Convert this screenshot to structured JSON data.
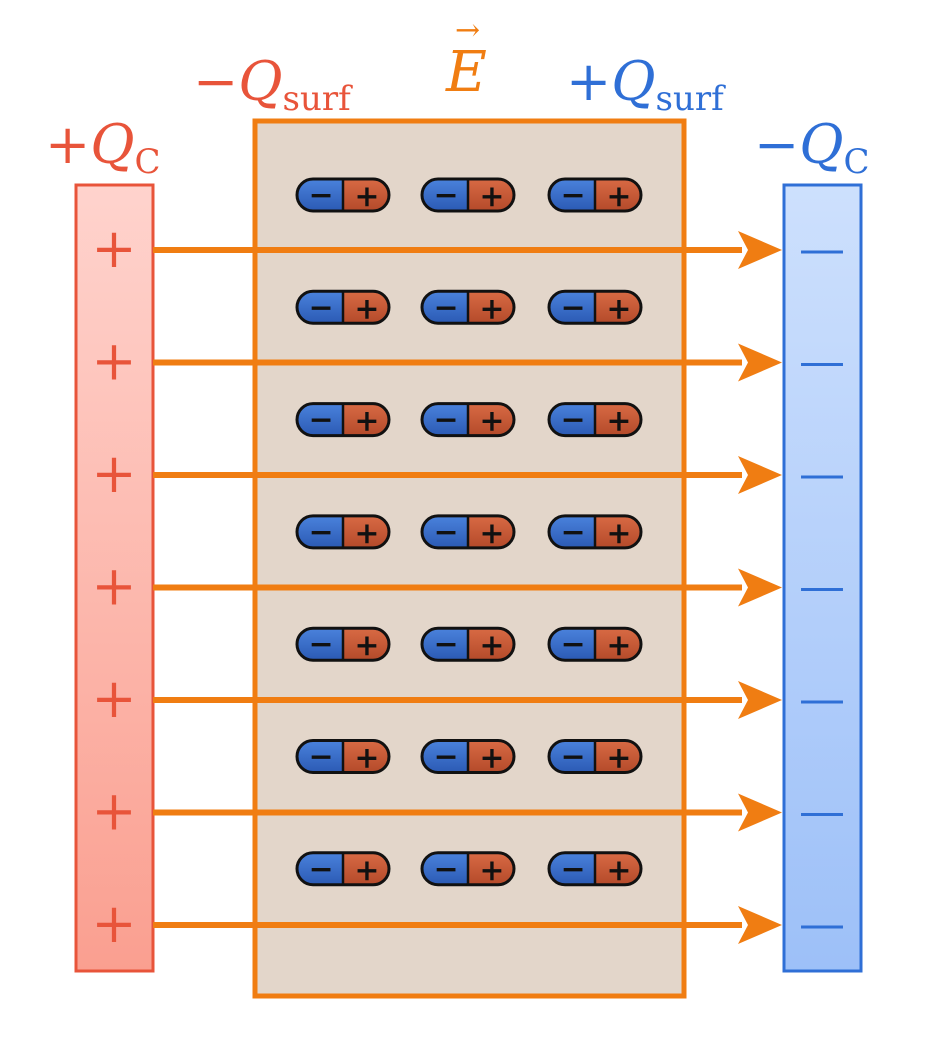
{
  "labels": {
    "left_plate": {
      "sign": "+",
      "symbol": "Q",
      "subscript": "C"
    },
    "left_surface": {
      "sign": "−",
      "symbol": "Q",
      "subscript": "surf"
    },
    "field": {
      "symbol": "E",
      "vector_mark": "→"
    },
    "right_surface": {
      "sign": "+",
      "symbol": "Q",
      "subscript": "surf"
    },
    "right_plate": {
      "sign": "−",
      "symbol": "Q",
      "subscript": "C"
    }
  },
  "plates": {
    "left_charge_symbol": "+",
    "right_charge_symbol": "—",
    "charge_count": 7
  },
  "dielectric": {
    "dipole_rows": 7,
    "dipole_columns": 3,
    "dipole_negative_symbol": "−",
    "dipole_positive_symbol": "+"
  },
  "field_lines": {
    "count": 7
  },
  "colors": {
    "positive_plate": "#e8543a",
    "negative_plate": "#2f6fd6",
    "field": "#f07d12",
    "dielectric_fill": "#e3d6ca",
    "dipole_negative": "#3a6ec9",
    "dipole_positive": "#c95a36"
  }
}
